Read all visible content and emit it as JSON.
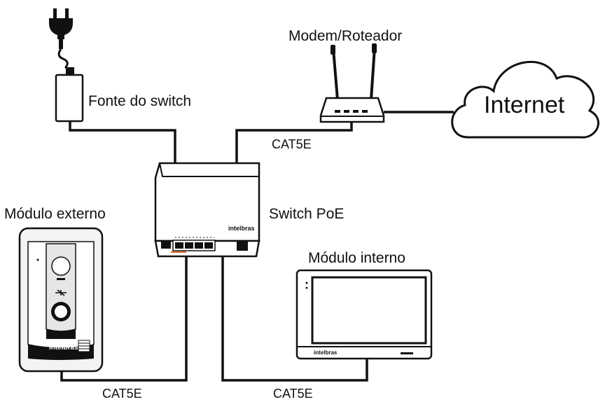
{
  "labels": {
    "power_supply": "Fonte do switch",
    "router": "Modem/Roteador",
    "internet": "Internet",
    "switch": "Switch PoE",
    "external_module": "Módulo externo",
    "internal_module": "Módulo interno",
    "cable_router_switch": "CAT5E",
    "cable_external": "CAT5E",
    "cable_internal": "CAT5E"
  },
  "brand": {
    "switch": "intelbras",
    "external": "intelbras",
    "internal": "intelbras"
  }
}
